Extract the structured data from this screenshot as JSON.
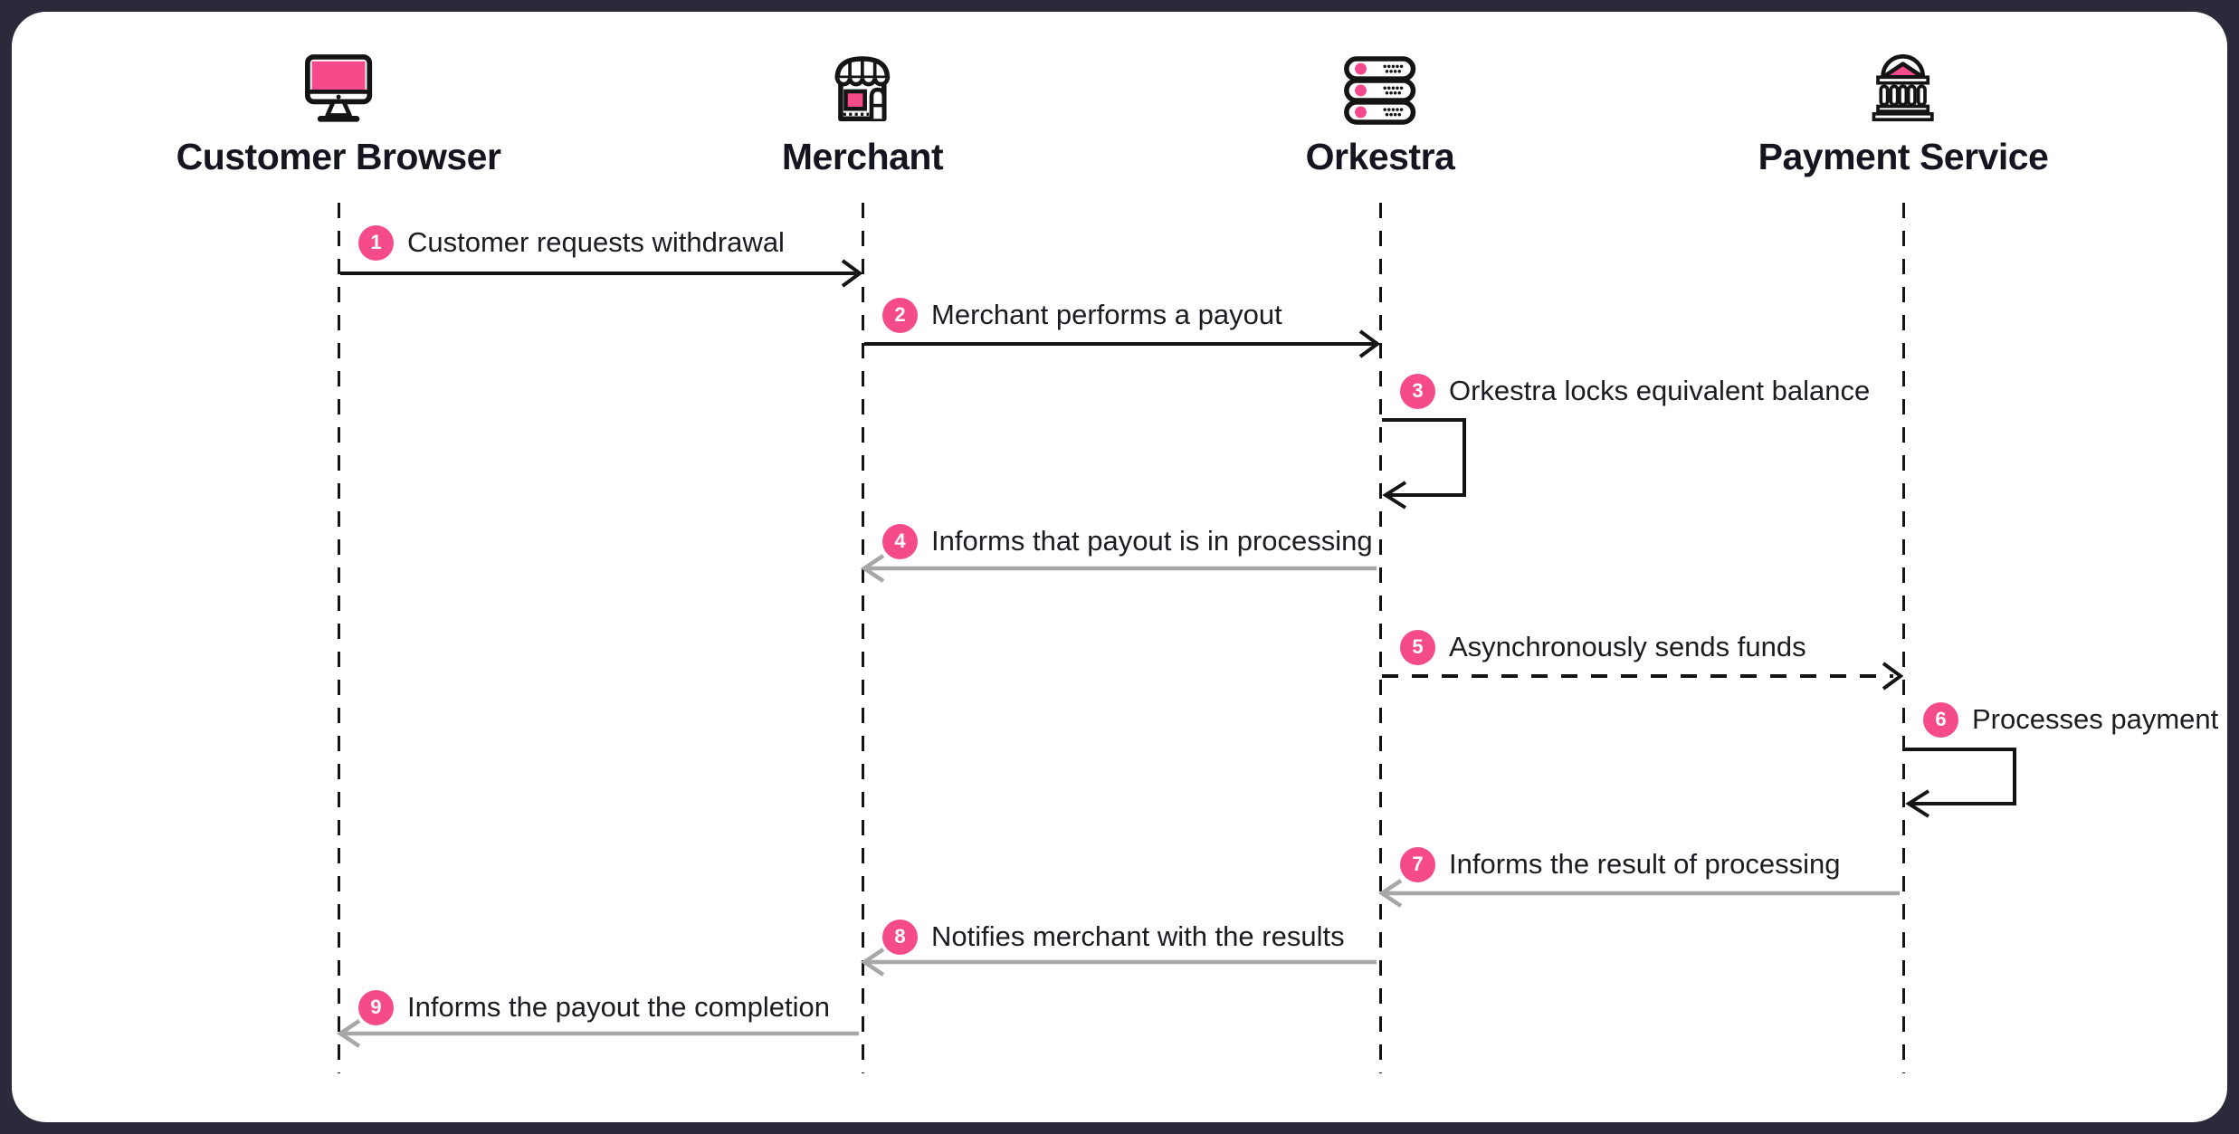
{
  "diagram": {
    "type": "sequence-diagram",
    "actors": [
      {
        "name": "Customer Browser",
        "icon": "monitor-icon"
      },
      {
        "name": "Merchant",
        "icon": "storefront-icon"
      },
      {
        "name": "Orkestra",
        "icon": "server-stack-icon"
      },
      {
        "name": "Payment Service",
        "icon": "bank-icon"
      }
    ],
    "messages": [
      {
        "number": "1",
        "label": "Customer requests withdrawal",
        "from": "Customer Browser",
        "to": "Merchant",
        "line": "solid-black"
      },
      {
        "number": "2",
        "label": "Merchant performs a payout",
        "from": "Merchant",
        "to": "Orkestra",
        "line": "solid-black"
      },
      {
        "number": "3",
        "label": "Orkestra locks equivalent balance",
        "from": "Orkestra",
        "to": "Orkestra",
        "line": "self-loop-black"
      },
      {
        "number": "4",
        "label": "Informs that payout is in processing",
        "from": "Orkestra",
        "to": "Merchant",
        "line": "solid-gray"
      },
      {
        "number": "5",
        "label": "Asynchronously sends funds",
        "from": "Orkestra",
        "to": "Payment Service",
        "line": "dashed-black"
      },
      {
        "number": "6",
        "label": "Processes payment",
        "from": "Payment Service",
        "to": "Payment Service",
        "line": "self-loop-black"
      },
      {
        "number": "7",
        "label": "Informs the result of processing",
        "from": "Payment Service",
        "to": "Orkestra",
        "line": "solid-gray"
      },
      {
        "number": "8",
        "label": "Notifies merchant with the results",
        "from": "Orkestra",
        "to": "Merchant",
        "line": "solid-gray"
      },
      {
        "number": "9",
        "label": "Informs the payout the completion",
        "from": "Merchant",
        "to": "Customer Browser",
        "line": "solid-gray"
      }
    ],
    "colors": {
      "accent_pink": "#F54B8B",
      "line_black": "#141414",
      "arrow_gray": "#A7A7A7",
      "frame_background": "#2A2A3A",
      "card_background": "#FFFFFF",
      "text": "#1B1B22"
    }
  }
}
